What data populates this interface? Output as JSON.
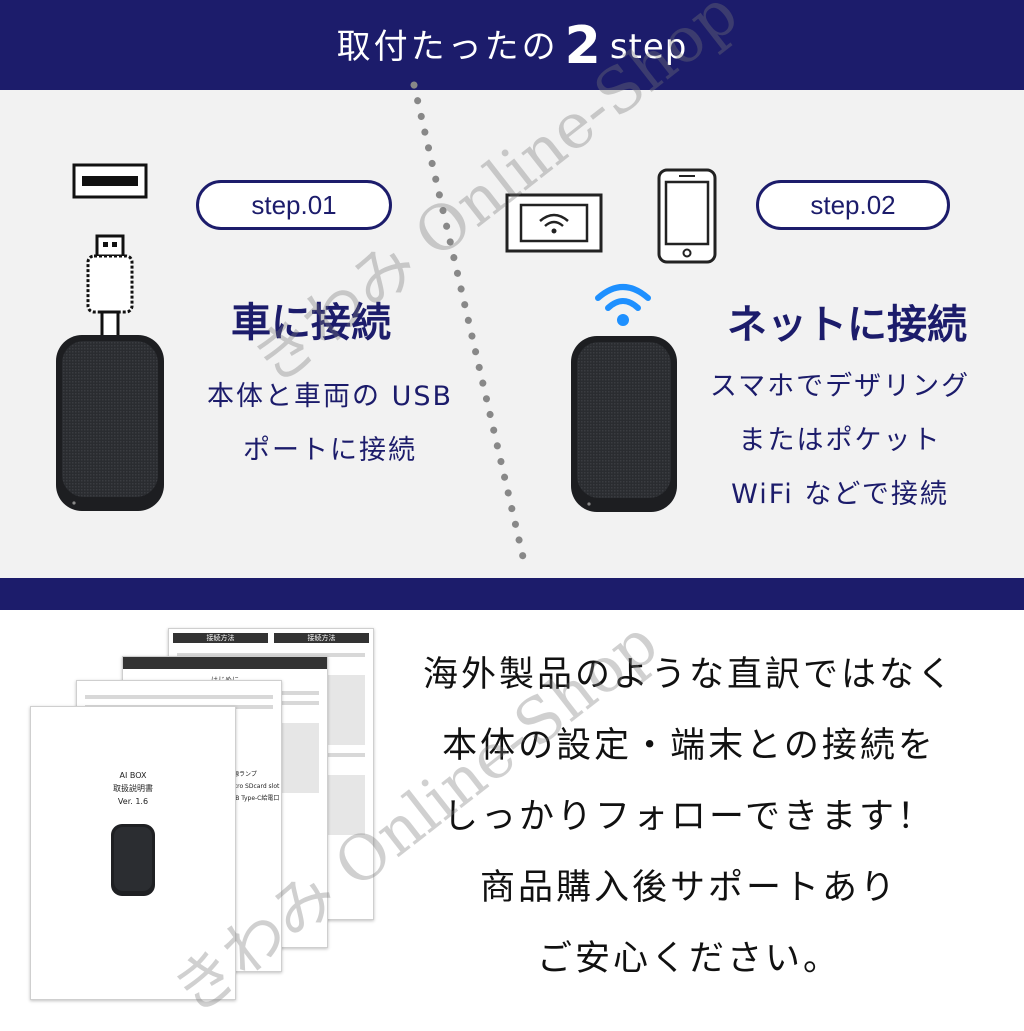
{
  "header": {
    "title_prefix": "取付たったの",
    "title_number": "2",
    "title_suffix": "step"
  },
  "step1": {
    "pill": "step.01",
    "heading": "車に接続",
    "desc_line1": "本体と車両の USB",
    "desc_line2": "ポートに接続"
  },
  "step2": {
    "pill": "step.02",
    "heading": "ネットに接続",
    "desc_line1": "スマホでデザリング",
    "desc_line2": "またはポケット",
    "desc_line3": "WiFi などで接続"
  },
  "manual": {
    "title": "AI BOX",
    "subtitle": "取扱説明書",
    "version": "Ver. 1.6",
    "tab1": "接続方法",
    "tab2": "接続方法",
    "page_header": "はじめに",
    "label_power": "電源ランプ",
    "label_slot": "Micro SDcard slot",
    "label_usb": "USB Type-C給電口"
  },
  "support": {
    "line1": "海外製品のような直訳ではなく",
    "line2": "本体の設定・端末との接続を",
    "line3": "しっかりフォローできます！",
    "line4": "商品購入後サポートあり",
    "line5": "ご安心ください。"
  },
  "watermark": {
    "text1": "きわみ Online-Shop",
    "text2": "きわみ Online-Shop"
  },
  "colors": {
    "navy": "#1c1c6b",
    "light_bg": "#f2f2f2",
    "wifi": "#1e90ff"
  }
}
